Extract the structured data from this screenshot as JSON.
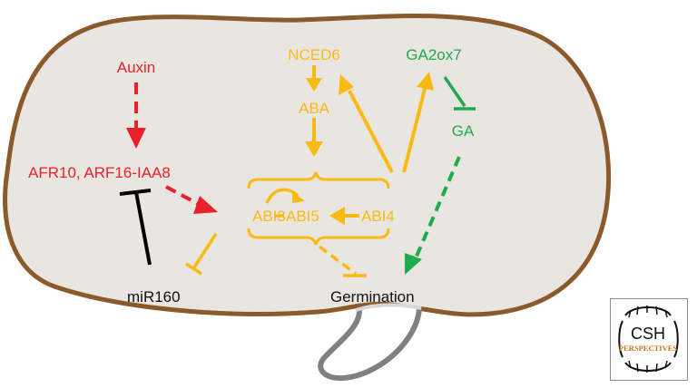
{
  "diagram": {
    "nodes": {
      "auxin": "Auxin",
      "arf": "AFR10, ARF16-IAA8",
      "mir160": "miR160",
      "nced6": "NCED6",
      "aba": "ABA",
      "abi3": "ABI3",
      "abi5": "ABI5",
      "abi4": "ABI4",
      "ga2ox7": "GA2ox7",
      "ga": "GA",
      "germination": "Germination"
    },
    "colors": {
      "auxin_pathway": "#e8212b",
      "aba_pathway": "#fbba12",
      "ga_pathway": "#1faa4d",
      "mirna": "#000000",
      "seed_fill": "#e9e6e2",
      "seed_outline": "#8b5a2b",
      "radicle": "#808080"
    }
  },
  "logo": {
    "line1": "CSH",
    "line2": "PERSPECTIVES"
  }
}
